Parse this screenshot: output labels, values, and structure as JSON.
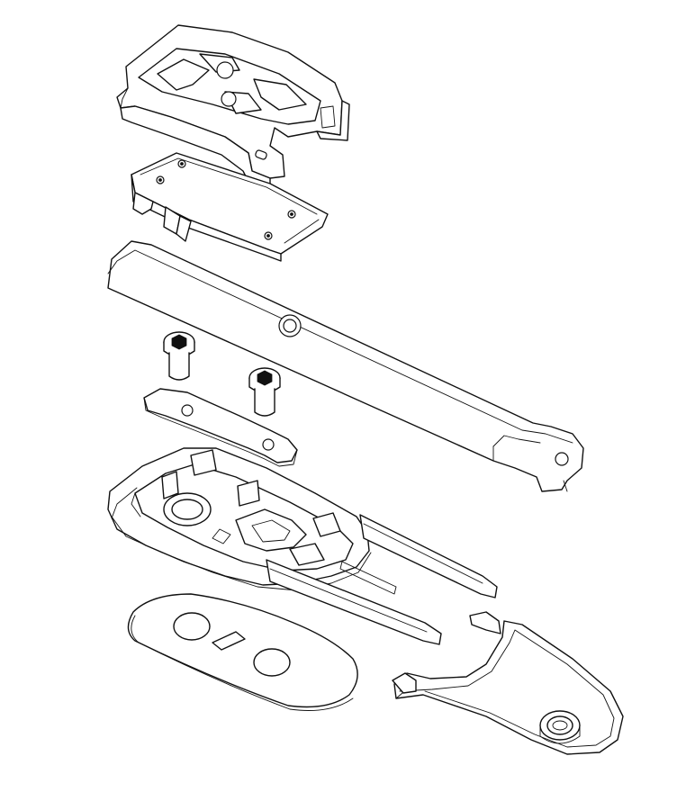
{
  "figure": {
    "parts": [
      {
        "id": "upper-clip-frame"
      },
      {
        "id": "spring-plate"
      },
      {
        "id": "long-strap-bar"
      },
      {
        "id": "screw-left"
      },
      {
        "id": "screw-right"
      },
      {
        "id": "retaining-washer"
      },
      {
        "id": "housing-body"
      },
      {
        "id": "adhesive-pad"
      },
      {
        "id": "bottom-cover"
      }
    ],
    "colors": {
      "line": "#111111",
      "fill": "#ffffff",
      "background": "#ffffff"
    }
  }
}
